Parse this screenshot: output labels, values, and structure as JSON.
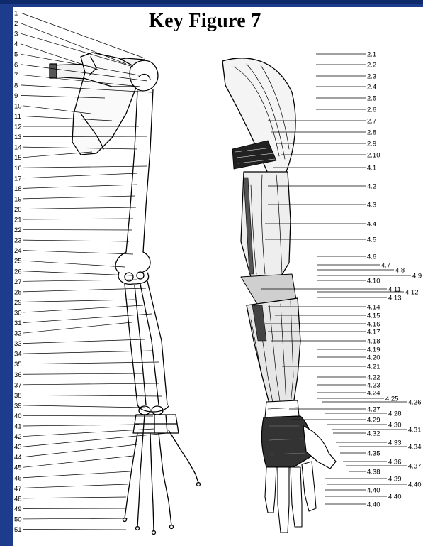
{
  "title": "Key Figure 7",
  "left_labels": [
    "1",
    "2",
    "3",
    "4",
    "5",
    "6",
    "7",
    "8",
    "9",
    "10",
    "11",
    "12",
    "13",
    "14",
    "15",
    "16",
    "17",
    "18",
    "19",
    "20",
    "21",
    "22",
    "23",
    "24",
    "25",
    "26",
    "27",
    "28",
    "29",
    "30",
    "31",
    "32",
    "33",
    "34",
    "35",
    "36",
    "37",
    "38",
    "39",
    "40",
    "41",
    "42",
    "43",
    "44",
    "45",
    "46",
    "47",
    "48",
    "49",
    "50",
    "51"
  ],
  "right_labels": [
    "2.1",
    "2.2",
    "2.3",
    "2.4",
    "2.5",
    "2.6",
    "2.7",
    "2.8",
    "2.9",
    "2.10",
    "4.1",
    "4.2",
    "4.3",
    "4.4",
    "4.5",
    "4.6",
    "4.7",
    "4.8",
    "4.9",
    "4.10",
    "4.11",
    "4.12",
    "4.13",
    "4.14",
    "4.15",
    "4.16",
    "4.17",
    "4.18",
    "4.19",
    "4.20",
    "4.21",
    "4.22",
    "4.23",
    "4.24",
    "4.25",
    "4.26",
    "4.27",
    "4.28",
    "4.29",
    "4.30",
    "4.31",
    "4.32",
    "4.33",
    "4.34",
    "4.35",
    "4.36",
    "4.37",
    "4.38",
    "4.39",
    "4.40",
    "4.40",
    "4.40",
    "4.40"
  ]
}
